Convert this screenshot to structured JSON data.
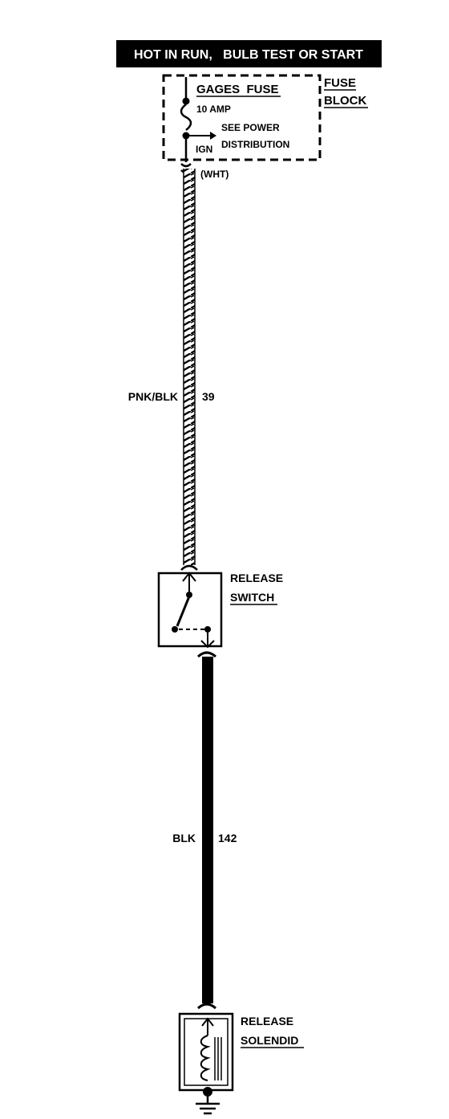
{
  "banner": {
    "text": "HOT IN RUN,   BULB TEST OR START"
  },
  "fuse_block": {
    "title_line1": "FUSE",
    "title_line2": "BLOCK",
    "fuse_name": "GAGES  FUSE",
    "rating": "10 AMP",
    "see_line1": "SEE POWER",
    "see_line2": "DISTRIBUTION",
    "ign": "IGN",
    "terminal_color": "(WHT)"
  },
  "wire_upper": {
    "color": "PNK/BLK",
    "circuit": "39"
  },
  "release_switch": {
    "line1": "RELEASE",
    "line2": "SWITCH"
  },
  "wire_lower": {
    "color": "BLK",
    "circuit": "142"
  },
  "release_solenoid": {
    "line1": "RELEASE",
    "line2": "SOLENDID"
  },
  "colors": {
    "ink": "#000000",
    "paper": "#ffffff"
  }
}
